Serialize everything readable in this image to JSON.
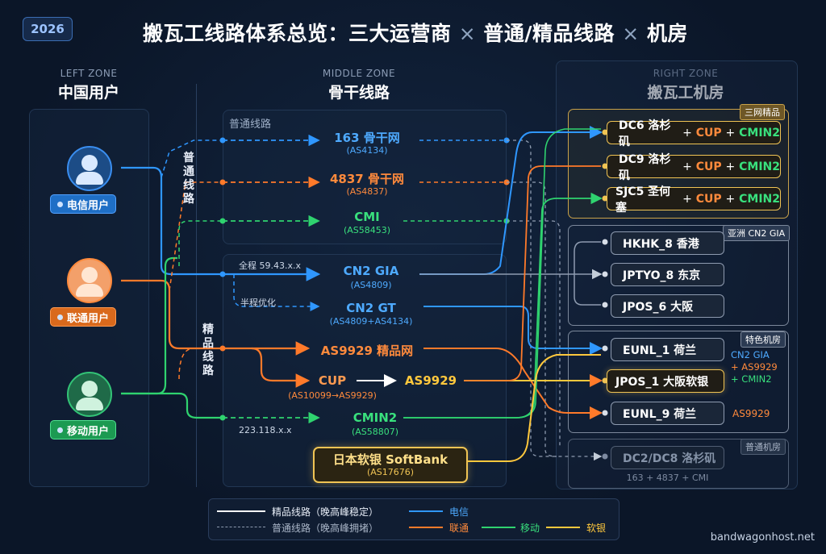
{
  "year": "2026",
  "title": {
    "part1": "搬瓦工线路体系总览：三大运营商",
    "x1": "×",
    "part2": "普通/精品线路",
    "x2": "×",
    "part3": "机房"
  },
  "zones": {
    "left": {
      "label": "LEFT ZONE",
      "title": "中国用户"
    },
    "middle": {
      "label": "MIDDLE ZONE",
      "title": "骨干线路"
    },
    "right": {
      "label": "RIGHT ZONE",
      "title": "搬瓦工机房"
    }
  },
  "users": [
    {
      "label": "电信用户",
      "color": "#1f7bd6"
    },
    {
      "label": "联通用户",
      "color": "#e0741f"
    },
    {
      "label": "移动用户",
      "color": "#1fa85a"
    }
  ],
  "vertical_labels": {
    "normal": "普通线路",
    "premium": "精品线路"
  },
  "normal_panel_label": "普通线路",
  "networks": {
    "n163": {
      "name": "163 骨干网",
      "as": "(AS4134)"
    },
    "n4837": {
      "name": "4837 骨干网",
      "as": "(AS4837)"
    },
    "cmi": {
      "name": "CMI",
      "as": "(AS58453)"
    },
    "cn2gia": {
      "name": "CN2 GIA",
      "as": "(AS4809)"
    },
    "cn2gt": {
      "name": "CN2 GT",
      "as": "(AS4809+AS4134)"
    },
    "as9929": {
      "name": "AS9929 精品网"
    },
    "cup": {
      "name": "CUP",
      "as": "(AS10099→AS9929)"
    },
    "cup_target": "AS9929",
    "cmin2": {
      "name": "CMIN2",
      "as": "(AS58807)"
    },
    "softbank": {
      "name": "日本软银 SoftBank",
      "as": "(AS17676)"
    }
  },
  "route_notes": {
    "full": "全程 59.43.x.x",
    "half": "半程优化",
    "cmin2_ip": "223.118.x.x"
  },
  "datacenters": {
    "group1_tag": "三网精品",
    "dc6": {
      "name": "DC6 洛杉矶",
      "plus1": "+",
      "cup": "CUP",
      "plus2": "+",
      "cmin2": "CMIN2"
    },
    "dc9": {
      "name": "DC9 洛杉矶",
      "plus1": "+",
      "cup": "CUP",
      "plus2": "+",
      "cmin2": "CMIN2"
    },
    "sjc5": {
      "name": "SJC5 圣何塞",
      "plus1": "+",
      "cup": "CUP",
      "plus2": "+",
      "cmin2": "CMIN2"
    },
    "group2_tag": "亚洲 CN2 GIA",
    "hkhk": "HKHK_8 香港",
    "jptyo": "JPTYO_8 东京",
    "jpos6": "JPOS_6 大阪",
    "group3_tag": "特色机房",
    "eunl1": "EUNL_1 荷兰",
    "eunl1_note": {
      "l1": "CN2 GIA",
      "l2": "+ AS9929",
      "l3": "+ CMIN2"
    },
    "jpos1": "JPOS_1 大阪软银",
    "eunl9": "EUNL_9 荷兰",
    "eunl9_note": "AS9929",
    "group4_tag": "普通机房",
    "dc2": "DC2/DC8 洛杉矶",
    "dc2_note": "163 + 4837 + CMI"
  },
  "legend": {
    "premium": "精品线路（晚高峰稳定）",
    "normal": "普通线路（晚高峰拥堵）",
    "telecom": "电信",
    "unicom": "联通",
    "mobile": "移动",
    "softbank": "软银"
  },
  "colors": {
    "telecom": "#2f97ff",
    "unicom": "#ff7a2a",
    "mobile": "#2fd36f",
    "softbank": "#ffc83d",
    "gold": "#f0c454"
  },
  "footer": "bandwagonhost.net"
}
